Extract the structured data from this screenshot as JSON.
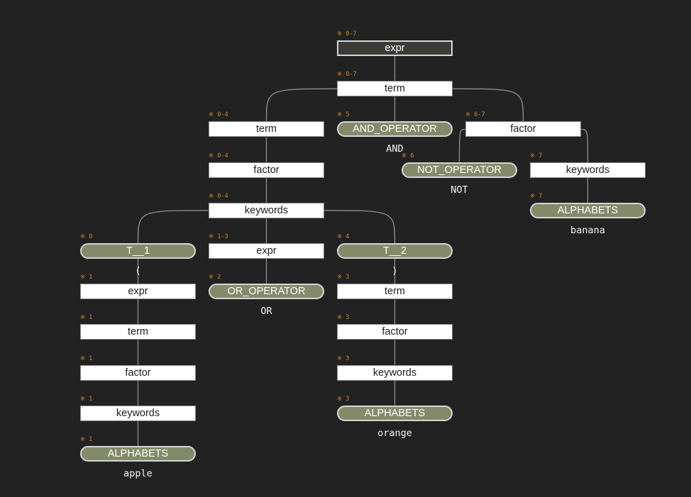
{
  "range_prefix": "※",
  "nodes": [
    {
      "id": "n0",
      "label": "expr",
      "range": "0-7",
      "kind": "root"
    },
    {
      "id": "n1",
      "label": "term",
      "range": "0-7",
      "kind": "rule"
    },
    {
      "id": "n2",
      "label": "term",
      "range": "0-4",
      "kind": "rule"
    },
    {
      "id": "n3",
      "label": "AND_OPERATOR",
      "range": "5",
      "kind": "token",
      "text": "AND"
    },
    {
      "id": "n4",
      "label": "factor",
      "range": "6-7",
      "kind": "rule"
    },
    {
      "id": "n5",
      "label": "factor",
      "range": "0-4",
      "kind": "rule"
    },
    {
      "id": "n6",
      "label": "NOT_OPERATOR",
      "range": "6",
      "kind": "token",
      "text": "NOT"
    },
    {
      "id": "n7",
      "label": "keywords",
      "range": "7",
      "kind": "rule"
    },
    {
      "id": "n8",
      "label": "keywords",
      "range": "0-4",
      "kind": "rule"
    },
    {
      "id": "n9",
      "label": "ALPHABETS",
      "range": "7",
      "kind": "token",
      "text": "banana"
    },
    {
      "id": "n10",
      "label": "T__1",
      "range": "0",
      "kind": "token",
      "text": "("
    },
    {
      "id": "n11",
      "label": "expr",
      "range": "1-3",
      "kind": "rule"
    },
    {
      "id": "n12",
      "label": "T__2",
      "range": "4",
      "kind": "token",
      "text": ")"
    },
    {
      "id": "n13",
      "label": "expr",
      "range": "1",
      "kind": "rule"
    },
    {
      "id": "n14",
      "label": "OR_OPERATOR",
      "range": "2",
      "kind": "token",
      "text": "OR"
    },
    {
      "id": "n15",
      "label": "term",
      "range": "3",
      "kind": "rule"
    },
    {
      "id": "n16",
      "label": "term",
      "range": "1",
      "kind": "rule"
    },
    {
      "id": "n17",
      "label": "factor",
      "range": "3",
      "kind": "rule"
    },
    {
      "id": "n18",
      "label": "factor",
      "range": "1",
      "kind": "rule"
    },
    {
      "id": "n19",
      "label": "keywords",
      "range": "3",
      "kind": "rule"
    },
    {
      "id": "n20",
      "label": "keywords",
      "range": "1",
      "kind": "rule"
    },
    {
      "id": "n21",
      "label": "ALPHABETS",
      "range": "3",
      "kind": "token",
      "text": "orange"
    },
    {
      "id": "n22",
      "label": "ALPHABETS",
      "range": "1",
      "kind": "token",
      "text": "apple"
    }
  ],
  "edges": [
    [
      "n0",
      "n1"
    ],
    [
      "n1",
      "n2"
    ],
    [
      "n1",
      "n3"
    ],
    [
      "n1",
      "n4"
    ],
    [
      "n2",
      "n5"
    ],
    [
      "n4",
      "n6"
    ],
    [
      "n4",
      "n7"
    ],
    [
      "n5",
      "n8"
    ],
    [
      "n7",
      "n9"
    ],
    [
      "n8",
      "n10"
    ],
    [
      "n8",
      "n11"
    ],
    [
      "n8",
      "n12"
    ],
    [
      "n10",
      "n13"
    ],
    [
      "n11",
      "n14"
    ],
    [
      "n12",
      "n15"
    ],
    [
      "n13",
      "n16"
    ],
    [
      "n15",
      "n17"
    ],
    [
      "n16",
      "n18"
    ],
    [
      "n17",
      "n19"
    ],
    [
      "n18",
      "n20"
    ],
    [
      "n19",
      "n21"
    ],
    [
      "n20",
      "n22"
    ]
  ]
}
